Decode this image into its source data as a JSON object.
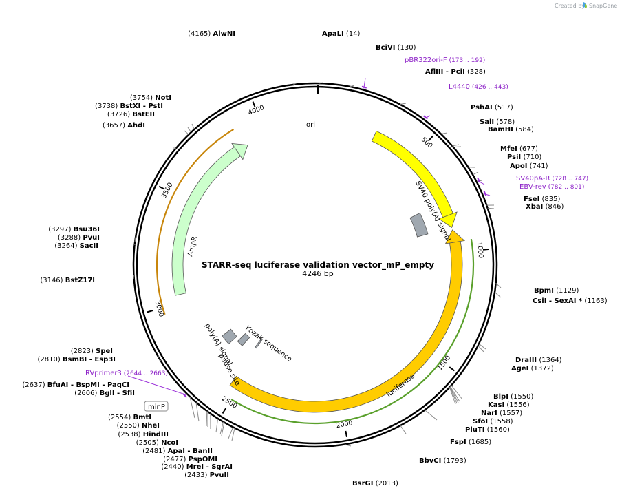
{
  "brand": {
    "created_by": "Created by",
    "app": "SnapGene"
  },
  "plasmid": {
    "name": "STARR-seq luciferase validation vector_mP_empty",
    "length_label": "4246 bp",
    "length": 4246
  },
  "ticks": [
    {
      "pos": 500,
      "label": "500"
    },
    {
      "pos": 1000,
      "label": "1000"
    },
    {
      "pos": 1500,
      "label": "1500"
    },
    {
      "pos": 2000,
      "label": "2000"
    },
    {
      "pos": 2500,
      "label": "2500"
    },
    {
      "pos": 3000,
      "label": "3000"
    },
    {
      "pos": 3500,
      "label": "3500"
    },
    {
      "pos": 4000,
      "label": "4000"
    }
  ],
  "features": [
    {
      "name": "ori",
      "label": "ori",
      "start": 290,
      "end": 880,
      "ring": "inner",
      "color": "#ffff00",
      "direction": "forward"
    },
    {
      "name": "luciferase",
      "label": "luciferase",
      "start": 892,
      "end": 2540,
      "ring": "inner",
      "color": "#ffcc00",
      "direction": "reverse"
    },
    {
      "name": "ampr",
      "label": "AmpR",
      "start": 3040,
      "end": 3900,
      "ring": "inner",
      "color": "#ccffcc",
      "direction": "forward"
    },
    {
      "name": "sv40-polya",
      "label": "SV40 poly(A) signal",
      "start": 750,
      "end": 880,
      "ring": "inner2",
      "color": "#a0a8b0",
      "direction": "none"
    },
    {
      "name": "polya-signal",
      "label": "poly(A) signal",
      "start": 2685,
      "end": 2745,
      "ring": "inner2",
      "color": "#a0a8b0",
      "direction": "none"
    },
    {
      "name": "pause-site",
      "label": "pause site",
      "start": 2620,
      "end": 2660,
      "ring": "inner3",
      "color": "#a0a8b0",
      "direction": "none"
    },
    {
      "name": "kozak",
      "label": "Kozak sequence",
      "start": 2540,
      "end": 2550,
      "ring": "inner4",
      "color": "#a0a8b0",
      "direction": "none"
    }
  ],
  "enzymes": [
    {
      "name": "AlwNI",
      "pos": "(4165)",
      "side": "L",
      "bp": 4165
    },
    {
      "name": "ApaLI",
      "pos": "(14)",
      "side": "R",
      "bp": 14
    },
    {
      "name": "BciVI",
      "pos": "(130)",
      "side": "R",
      "bp": 130
    },
    {
      "name": "AflIII - PciI",
      "pos": "(328)",
      "side": "R",
      "bp": 328
    },
    {
      "name": "PshAI",
      "pos": "(517)",
      "side": "R",
      "bp": 517
    },
    {
      "name": "SalI",
      "pos": "(578)",
      "side": "R",
      "bp": 578
    },
    {
      "name": "BamHI",
      "pos": "(584)",
      "side": "R",
      "bp": 584
    },
    {
      "name": "MfeI",
      "pos": "(677)",
      "side": "R",
      "bp": 677
    },
    {
      "name": "PsiI",
      "pos": "(710)",
      "side": "R",
      "bp": 710
    },
    {
      "name": "ApoI",
      "pos": "(741)",
      "side": "R",
      "bp": 741
    },
    {
      "name": "FseI",
      "pos": "(835)",
      "side": "R",
      "bp": 835
    },
    {
      "name": "XbaI",
      "pos": "(846)",
      "side": "R",
      "bp": 846
    },
    {
      "name": "BpmI",
      "pos": "(1129)",
      "side": "R",
      "bp": 1129
    },
    {
      "name": "CsiI - SexAI *",
      "pos": "(1163)",
      "side": "R",
      "bp": 1163
    },
    {
      "name": "DraIII",
      "pos": "(1364)",
      "side": "R",
      "bp": 1364
    },
    {
      "name": "AgeI",
      "pos": "(1372)",
      "side": "R",
      "bp": 1372
    },
    {
      "name": "BlpI",
      "pos": "(1550)",
      "side": "R",
      "bp": 1550
    },
    {
      "name": "KasI",
      "pos": "(1556)",
      "side": "R",
      "bp": 1556
    },
    {
      "name": "NarI",
      "pos": "(1557)",
      "side": "R",
      "bp": 1557
    },
    {
      "name": "SfoI",
      "pos": "(1558)",
      "side": "R",
      "bp": 1558
    },
    {
      "name": "PluTI",
      "pos": "(1560)",
      "side": "R",
      "bp": 1560
    },
    {
      "name": "FspI",
      "pos": "(1685)",
      "side": "R",
      "bp": 1685
    },
    {
      "name": "BbvCI",
      "pos": "(1793)",
      "side": "R",
      "bp": 1793
    },
    {
      "name": "BsrGI",
      "pos": "(2013)",
      "side": "R",
      "bp": 2013
    },
    {
      "name": "PvuII",
      "pos": "(2433)",
      "side": "L",
      "bp": 2433
    },
    {
      "name": "MreI - SgrAI",
      "pos": "(2440)",
      "side": "L",
      "bp": 2440
    },
    {
      "name": "PspOMI",
      "pos": "(2477)",
      "side": "L",
      "bp": 2477
    },
    {
      "name": "ApaI - BanII",
      "pos": "(2481)",
      "side": "L",
      "bp": 2481
    },
    {
      "name": "NcoI",
      "pos": "(2505)",
      "side": "L",
      "bp": 2505
    },
    {
      "name": "HindIII",
      "pos": "(2538)",
      "side": "L",
      "bp": 2538
    },
    {
      "name": "NheI",
      "pos": "(2550)",
      "side": "L",
      "bp": 2550
    },
    {
      "name": "BmtI",
      "pos": "(2554)",
      "side": "L",
      "bp": 2554
    },
    {
      "name": "BglI - SfiI",
      "pos": "(2606)",
      "side": "L",
      "bp": 2606
    },
    {
      "name": "BfuAI - BspMI - PaqCI",
      "pos": "(2637)",
      "side": "L",
      "bp": 2637
    },
    {
      "name": "BsmBI - Esp3I",
      "pos": "(2810)",
      "side": "L",
      "bp": 2810
    },
    {
      "name": "SpeI",
      "pos": "(2823)",
      "side": "L",
      "bp": 2823
    },
    {
      "name": "BstZ17I",
      "pos": "(3146)",
      "side": "L",
      "bp": 3146
    },
    {
      "name": "SacII",
      "pos": "(3264)",
      "side": "L",
      "bp": 3264
    },
    {
      "name": "PvuI",
      "pos": "(3288)",
      "side": "L",
      "bp": 3288
    },
    {
      "name": "Bsu36I",
      "pos": "(3297)",
      "side": "L",
      "bp": 3297
    },
    {
      "name": "AhdI",
      "pos": "(3657)",
      "side": "L",
      "bp": 3657
    },
    {
      "name": "BstEII",
      "pos": "(3726)",
      "side": "L",
      "bp": 3726
    },
    {
      "name": "BstXI - PstI",
      "pos": "(3738)",
      "side": "L",
      "bp": 3738
    },
    {
      "name": "NotI",
      "pos": "(3754)",
      "side": "L",
      "bp": 3754
    }
  ],
  "primers": [
    {
      "name": "pBR322ori-F",
      "range": "(173 .. 192)",
      "bp": 182
    },
    {
      "name": "L4440",
      "range": "(426 .. 443)",
      "bp": 434
    },
    {
      "name": "SV40pA-R",
      "range": "(728 .. 747)",
      "bp": 738
    },
    {
      "name": "EBV-rev",
      "range": "(782 .. 801)",
      "bp": 791
    },
    {
      "name": "RVprimer3",
      "range": "(2644 .. 2663)",
      "bp": 2653
    }
  ],
  "boxed_labels": [
    {
      "name": "minP",
      "bp": 2575
    }
  ]
}
